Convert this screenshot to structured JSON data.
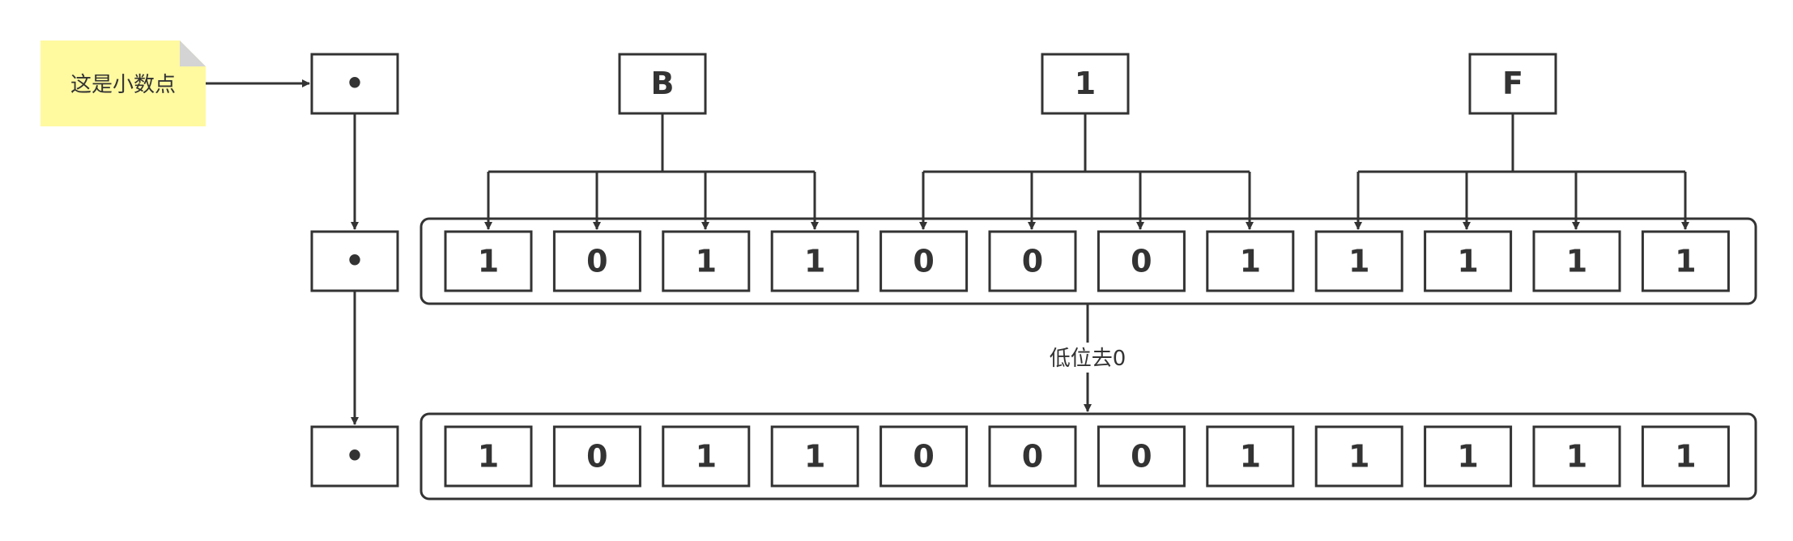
{
  "note": {
    "text": "这是小数点"
  },
  "dot_symbol": "•",
  "hex_digits": [
    "B",
    "1",
    "F"
  ],
  "bits_row": [
    "1",
    "0",
    "1",
    "1",
    "0",
    "0",
    "0",
    "1",
    "1",
    "1",
    "1",
    "1"
  ],
  "result_row": [
    "1",
    "0",
    "1",
    "1",
    "0",
    "0",
    "0",
    "1",
    "1",
    "1",
    "1",
    "1"
  ],
  "edge_label": "低位去0",
  "colors": {
    "stroke": "#333333",
    "note_fill": "#fff9a0",
    "note_fold": "#d4d4d4",
    "background": "#ffffff"
  }
}
